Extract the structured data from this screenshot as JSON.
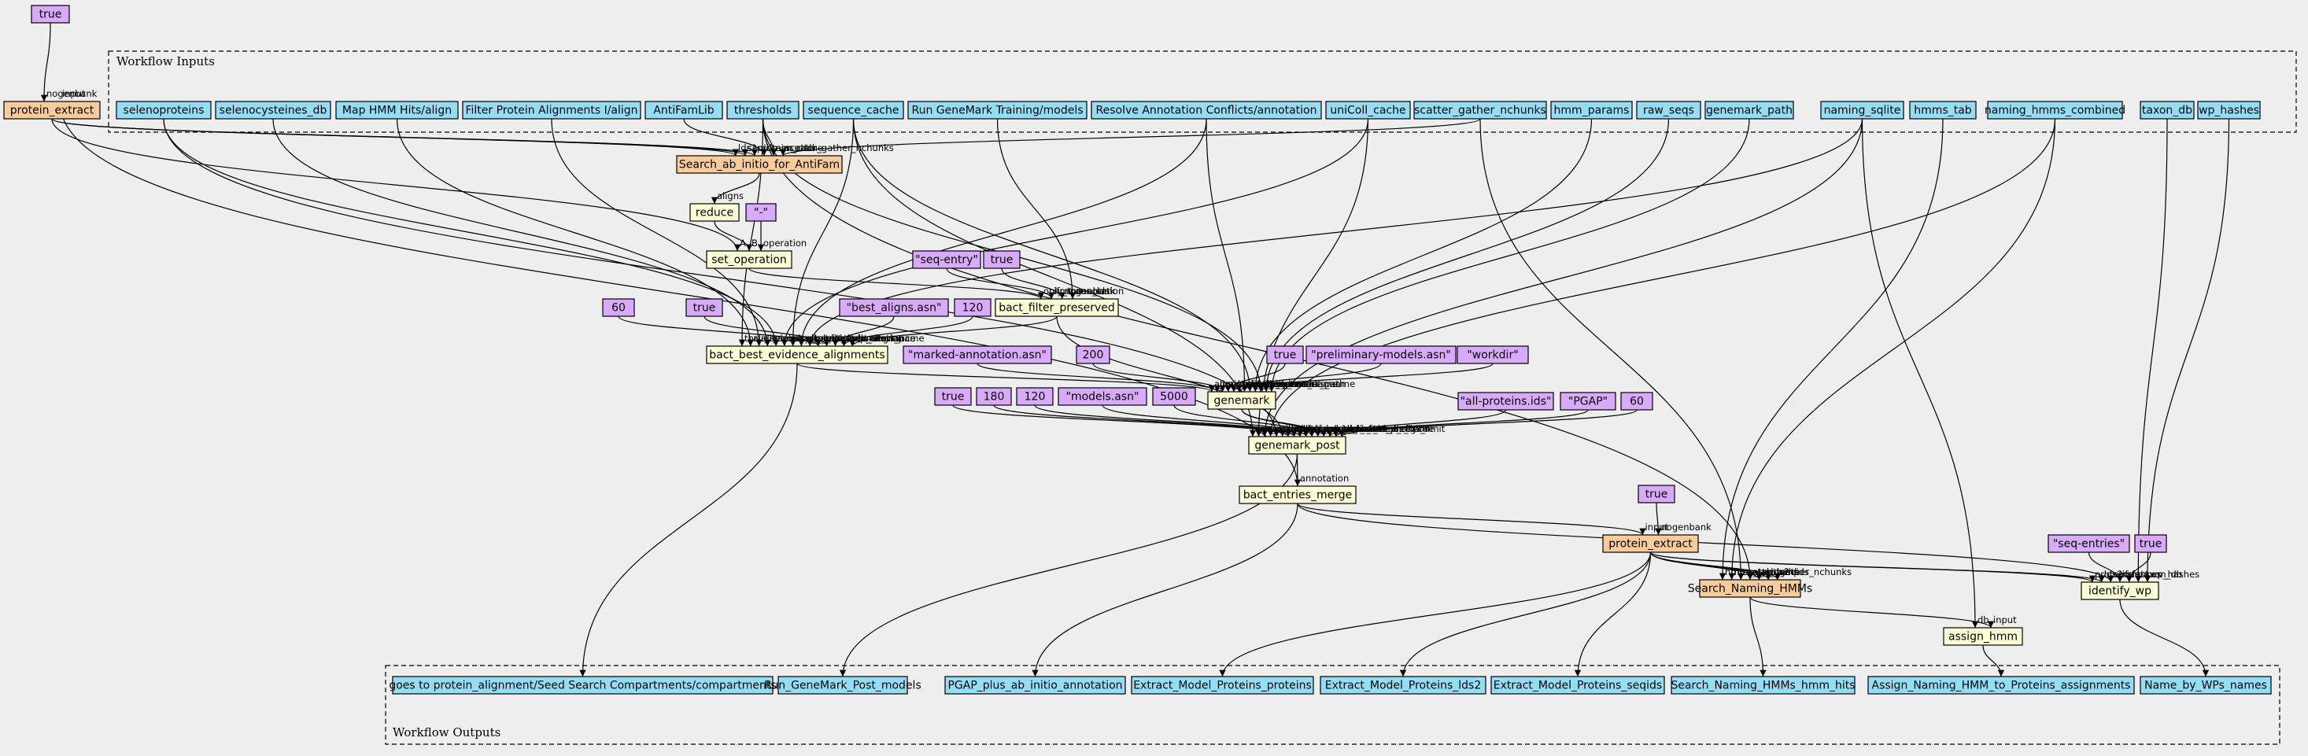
{
  "clusters": {
    "inputs": {
      "label": "Workflow Inputs"
    },
    "outputs": {
      "label": "Workflow Outputs"
    }
  },
  "colors": {
    "input": "#94ddf4",
    "step": "#f8cb9a",
    "op": "#ffffd5",
    "const": "#d9aaf9",
    "output": "#94ddf4"
  },
  "nodes": [
    {
      "id": "true_top",
      "label": "true",
      "kind": "const"
    },
    {
      "id": "protein_extract_1",
      "label": "protein_extract",
      "kind": "step"
    },
    {
      "id": "in_selenoproteins",
      "label": "selenoproteins",
      "kind": "input"
    },
    {
      "id": "in_selenocysteines_db",
      "label": "selenocysteines_db",
      "kind": "input"
    },
    {
      "id": "in_map_hmm",
      "label": "Map HMM Hits/align",
      "kind": "input"
    },
    {
      "id": "in_filter_prot",
      "label": "Filter Protein Alignments I/align",
      "kind": "input"
    },
    {
      "id": "in_antifamlib",
      "label": "AntiFamLib",
      "kind": "input"
    },
    {
      "id": "in_thresholds",
      "label": "thresholds",
      "kind": "input"
    },
    {
      "id": "in_sequence_cache",
      "label": "sequence_cache",
      "kind": "input"
    },
    {
      "id": "in_run_genemark",
      "label": "Run GeneMark Training/models",
      "kind": "input"
    },
    {
      "id": "in_resolve",
      "label": "Resolve Annotation Conflicts/annotation",
      "kind": "input"
    },
    {
      "id": "in_unicoll",
      "label": "uniColl_cache",
      "kind": "input"
    },
    {
      "id": "in_sg_nchunks",
      "label": "scatter_gather_nchunks",
      "kind": "input"
    },
    {
      "id": "in_hmm_params",
      "label": "hmm_params",
      "kind": "input"
    },
    {
      "id": "in_raw_seqs",
      "label": "raw_seqs",
      "kind": "input"
    },
    {
      "id": "in_genemark_path",
      "label": "genemark_path",
      "kind": "input"
    },
    {
      "id": "in_naming_sqlite",
      "label": "naming_sqlite",
      "kind": "input"
    },
    {
      "id": "in_hmms_tab",
      "label": "hmms_tab",
      "kind": "input"
    },
    {
      "id": "in_naming_hmms_combined",
      "label": "naming_hmms_combined",
      "kind": "input"
    },
    {
      "id": "in_taxon_db",
      "label": "taxon_db",
      "kind": "input"
    },
    {
      "id": "in_wp_hashes",
      "label": "wp_hashes",
      "kind": "input"
    },
    {
      "id": "search_antifam",
      "label": "Search_ab_initio_for_AntiFam",
      "kind": "step"
    },
    {
      "id": "reduce",
      "label": "reduce",
      "kind": "op"
    },
    {
      "id": "c_minus",
      "label": "\"-\"",
      "kind": "const"
    },
    {
      "id": "set_operation",
      "label": "set_operation",
      "kind": "op"
    },
    {
      "id": "c_seq_entry",
      "label": "\"seq-entry\"",
      "kind": "const"
    },
    {
      "id": "c_true_a",
      "label": "true",
      "kind": "const"
    },
    {
      "id": "bact_filter_preserved",
      "label": "bact_filter_preserved",
      "kind": "op"
    },
    {
      "id": "c_best_aligns",
      "label": "\"best_aligns.asn\"",
      "kind": "const"
    },
    {
      "id": "c_120a",
      "label": "120",
      "kind": "const"
    },
    {
      "id": "c_60a",
      "label": "60",
      "kind": "const"
    },
    {
      "id": "c_true_b",
      "label": "true",
      "kind": "const"
    },
    {
      "id": "bact_best_evidence",
      "label": "bact_best_evidence_alignments",
      "kind": "op"
    },
    {
      "id": "c_marked",
      "label": "\"marked-annotation.asn\"",
      "kind": "const"
    },
    {
      "id": "c_200",
      "label": "200",
      "kind": "const"
    },
    {
      "id": "genemark",
      "label": "genemark",
      "kind": "op"
    },
    {
      "id": "c_true_c",
      "label": "true",
      "kind": "const"
    },
    {
      "id": "c_prelim",
      "label": "\"preliminary-models.asn\"",
      "kind": "const"
    },
    {
      "id": "c_workdir",
      "label": "\"workdir\"",
      "kind": "const"
    },
    {
      "id": "c_true_d",
      "label": "true",
      "kind": "const"
    },
    {
      "id": "c_180",
      "label": "180",
      "kind": "const"
    },
    {
      "id": "c_120b",
      "label": "120",
      "kind": "const"
    },
    {
      "id": "c_models",
      "label": "\"models.asn\"",
      "kind": "const"
    },
    {
      "id": "c_5000",
      "label": "5000",
      "kind": "const"
    },
    {
      "id": "c_allprot",
      "label": "\"all-proteins.ids\"",
      "kind": "const"
    },
    {
      "id": "c_pgap",
      "label": "\"PGAP\"",
      "kind": "const"
    },
    {
      "id": "c_60b",
      "label": "60",
      "kind": "const"
    },
    {
      "id": "genemark_post",
      "label": "genemark_post",
      "kind": "op"
    },
    {
      "id": "bact_entries_merge",
      "label": "bact_entries_merge",
      "kind": "op"
    },
    {
      "id": "c_true_e",
      "label": "true",
      "kind": "const"
    },
    {
      "id": "protein_extract_2",
      "label": "protein_extract",
      "kind": "step"
    },
    {
      "id": "search_naming",
      "label": "Search_Naming_HMMs",
      "kind": "step"
    },
    {
      "id": "c_seq_entries",
      "label": "\"seq-entries\"",
      "kind": "const"
    },
    {
      "id": "c_true_f",
      "label": "true",
      "kind": "const"
    },
    {
      "id": "identify_wp",
      "label": "identify_wp",
      "kind": "op"
    },
    {
      "id": "assign_hmm",
      "label": "assign_hmm",
      "kind": "op"
    },
    {
      "id": "out_goes_to",
      "label": "goes to protein_alignment/Seed Search Compartments/compartments",
      "kind": "output"
    },
    {
      "id": "out_run_post",
      "label": "Run_GeneMark_Post_models",
      "kind": "output"
    },
    {
      "id": "out_pgap",
      "label": "PGAP_plus_ab_initio_annotation",
      "kind": "output"
    },
    {
      "id": "out_emp_proteins",
      "label": "Extract_Model_Proteins_proteins",
      "kind": "output"
    },
    {
      "id": "out_emp_lds2",
      "label": "Extract_Model_Proteins_lds2",
      "kind": "output"
    },
    {
      "id": "out_emp_seqids",
      "label": "Extract_Model_Proteins_seqids",
      "kind": "output"
    },
    {
      "id": "out_snh_hits",
      "label": "Search_Naming_HMMs_hmm_hits",
      "kind": "output"
    },
    {
      "id": "out_assign",
      "label": "Assign_Naming_HMM_to_Proteins_assignments",
      "kind": "output"
    },
    {
      "id": "out_name_by_wp",
      "label": "Name_by_WPs_names",
      "kind": "output"
    }
  ],
  "edges": [
    {
      "from": "true_top",
      "to": "protein_extract_1",
      "label": "nogenbank"
    },
    {
      "from": "bact_entries_merge",
      "to": "protein_extract_1",
      "label": "input"
    },
    {
      "from": "protein_extract_1",
      "to": "search_antifam",
      "label": "lds2"
    },
    {
      "from": "protein_extract_1",
      "to": "search_antifam",
      "label": "seqids"
    },
    {
      "from": "protein_extract_1",
      "to": "search_antifam",
      "label": "proteins"
    },
    {
      "from": "in_antifamlib",
      "to": "search_antifam",
      "label": "hmm_path"
    },
    {
      "from": "in_thresholds",
      "to": "search_antifam",
      "label": "asn_cache"
    },
    {
      "from": "in_sg_nchunks",
      "to": "search_antifam",
      "label": "scatter_gather_nchunks"
    },
    {
      "from": "protein_extract_1",
      "to": "set_operation",
      "label": "A"
    },
    {
      "from": "search_antifam",
      "to": "reduce",
      "label": "aligns"
    },
    {
      "from": "reduce",
      "to": "set_operation",
      "label": "B"
    },
    {
      "from": "c_minus",
      "to": "set_operation",
      "label": "operation"
    },
    {
      "from": "set_operation",
      "to": "bact_filter_preserved",
      "label": "only_those_ids"
    },
    {
      "from": "c_seq_entry",
      "to": "bact_filter_preserved",
      "label": "ifmt"
    },
    {
      "from": "c_true_a",
      "to": "bact_filter_preserved",
      "label": "nogenbank"
    },
    {
      "from": "in_run_genemark",
      "to": "bact_filter_preserved",
      "label": "annotation"
    },
    {
      "from": "in_thresholds",
      "to": "bact_best_evidence",
      "label": "thr"
    },
    {
      "from": "in_map_hmm",
      "to": "bact_best_evidence",
      "label": "align"
    },
    {
      "from": "in_filter_prot",
      "to": "bact_best_evidence",
      "label": "align"
    },
    {
      "from": "in_selenocysteines_db",
      "to": "bact_best_evidence",
      "label": "selenocysteines"
    },
    {
      "from": "in_selenoproteins",
      "to": "bact_best_evidence",
      "label": "selenocysteines_db"
    },
    {
      "from": "in_unicoll",
      "to": "bact_best_evidence",
      "label": "unicoll_sqlite"
    },
    {
      "from": "in_sequence_cache",
      "to": "bact_best_evidence",
      "label": "asn_cache"
    },
    {
      "from": "in_resolve",
      "to": "bact_best_evidence",
      "label": "asn_cache"
    },
    {
      "from": "in_naming_sqlite",
      "to": "bact_best_evidence",
      "label": "annotation"
    },
    {
      "from": "c_60a",
      "to": "bact_best_evidence",
      "label": "start_stop_allowance"
    },
    {
      "from": "c_true_b",
      "to": "bact_best_evidence",
      "label": "nogenbank"
    },
    {
      "from": "c_best_aligns",
      "to": "bact_best_evidence",
      "label": "output_align_name"
    },
    {
      "from": "c_120a",
      "to": "bact_best_evidence",
      "label": "max_overlap"
    },
    {
      "from": "bact_filter_preserved",
      "to": "bact_best_evidence",
      "label": "annotation"
    },
    {
      "from": "bact_best_evidence",
      "to": "genemark",
      "label": "alignments"
    },
    {
      "from": "c_marked",
      "to": "genemark",
      "label": "marked_annotation_name"
    },
    {
      "from": "c_200",
      "to": "genemark",
      "label": "min_seq_len"
    },
    {
      "from": "c_true_c",
      "to": "genemark",
      "label": "nogenbank"
    },
    {
      "from": "c_prelim",
      "to": "genemark",
      "label": "preliminary_models_name"
    },
    {
      "from": "c_workdir",
      "to": "genemark",
      "label": "tmp_dir_name"
    },
    {
      "from": "in_resolve",
      "to": "genemark",
      "label": "annotation"
    },
    {
      "from": "in_sequence_cache",
      "to": "genemark",
      "label": "asn_cache"
    },
    {
      "from": "in_hmm_params",
      "to": "genemark",
      "label": "hmm_params"
    },
    {
      "from": "in_thresholds",
      "to": "genemark",
      "label": "thr"
    },
    {
      "from": "in_raw_seqs",
      "to": "genemark",
      "label": "sequences"
    },
    {
      "from": "in_genemark_path",
      "to": "genemark",
      "label": "genemark_path"
    },
    {
      "from": "in_sequence_cache",
      "to": "genemark_post",
      "label": "asn_cache"
    },
    {
      "from": "in_unicoll",
      "to": "genemark_post",
      "label": "unicoll_sqlite"
    },
    {
      "from": "in_naming_sqlite",
      "to": "genemark_post",
      "label": "asn_cache"
    },
    {
      "from": "in_naming_hmms_combined",
      "to": "genemark_post",
      "label": "asn_cache"
    },
    {
      "from": "in_selenoproteins",
      "to": "genemark_post",
      "label": "asn_cache"
    },
    {
      "from": "bact_filter_preserved",
      "to": "genemark_post",
      "label": "annotation"
    },
    {
      "from": "c_true_d",
      "to": "genemark_post",
      "label": "nogenbank"
    },
    {
      "from": "c_180",
      "to": "genemark_post",
      "label": "short_model_limit"
    },
    {
      "from": "c_120b",
      "to": "genemark_post",
      "label": "max_overlap"
    },
    {
      "from": "c_models",
      "to": "genemark_post",
      "label": "models_name"
    },
    {
      "from": "c_5000",
      "to": "genemark_post",
      "label": "max_unannotated_region"
    },
    {
      "from": "genemark",
      "to": "genemark_post",
      "label": "genemark_annot"
    },
    {
      "from": "genemark",
      "to": "genemark_post",
      "label": "pre_annot"
    },
    {
      "from": "c_allprot",
      "to": "genemark_post",
      "label": "out_product_ids_name"
    },
    {
      "from": "c_pgap",
      "to": "genemark_post",
      "label": "product_id_prefix"
    },
    {
      "from": "c_60b",
      "to": "genemark_post",
      "label": "abs_short_model_limit"
    },
    {
      "from": "genemark_post",
      "to": "bact_entries_merge",
      "label": "annotation"
    },
    {
      "from": "bact_entries_merge",
      "to": "protein_extract_2",
      "label": "input"
    },
    {
      "from": "c_true_e",
      "to": "protein_extract_2",
      "label": "nogenbank"
    },
    {
      "from": "in_hmms_tab",
      "to": "search_naming",
      "label": "hmms_tab"
    },
    {
      "from": "in_naming_hmms_combined",
      "to": "search_naming",
      "label": "hmm_path"
    },
    {
      "from": "in_sg_nchunks",
      "to": "search_naming",
      "label": "scatter_gather_nchunks"
    },
    {
      "from": "in_thresholds",
      "to": "search_naming",
      "label": "asn_cache"
    },
    {
      "from": "protein_extract_2",
      "to": "search_naming",
      "label": "proteins"
    },
    {
      "from": "protein_extract_2",
      "to": "search_naming",
      "label": "lds2"
    },
    {
      "from": "protein_extract_2",
      "to": "search_naming",
      "label": "seqids"
    },
    {
      "from": "protein_extract_2",
      "to": "identify_wp",
      "label": "proteins"
    },
    {
      "from": "protein_extract_2",
      "to": "identify_wp",
      "label": "lds2"
    },
    {
      "from": "bact_entries_merge",
      "to": "identify_wp",
      "label": "sequences"
    },
    {
      "from": "c_seq_entries",
      "to": "identify_wp",
      "label": "ifmt"
    },
    {
      "from": "c_true_f",
      "to": "identify_wp",
      "label": "fast"
    },
    {
      "from": "in_taxon_db",
      "to": "identify_wp",
      "label": "taxon_db"
    },
    {
      "from": "in_wp_hashes",
      "to": "identify_wp",
      "label": "wp_hashes"
    },
    {
      "from": "in_naming_sqlite",
      "to": "assign_hmm",
      "label": "db"
    },
    {
      "from": "search_naming",
      "to": "assign_hmm",
      "label": "input"
    },
    {
      "from": "bact_best_evidence",
      "to": "out_goes_to",
      "label": ""
    },
    {
      "from": "genemark_post",
      "to": "out_run_post",
      "label": ""
    },
    {
      "from": "bact_entries_merge",
      "to": "out_pgap",
      "label": ""
    },
    {
      "from": "protein_extract_2",
      "to": "out_emp_proteins",
      "label": ""
    },
    {
      "from": "protein_extract_2",
      "to": "out_emp_lds2",
      "label": ""
    },
    {
      "from": "protein_extract_2",
      "to": "out_emp_seqids",
      "label": ""
    },
    {
      "from": "search_naming",
      "to": "out_snh_hits",
      "label": ""
    },
    {
      "from": "assign_hmm",
      "to": "out_assign",
      "label": ""
    },
    {
      "from": "identify_wp",
      "to": "out_name_by_wp",
      "label": ""
    }
  ]
}
